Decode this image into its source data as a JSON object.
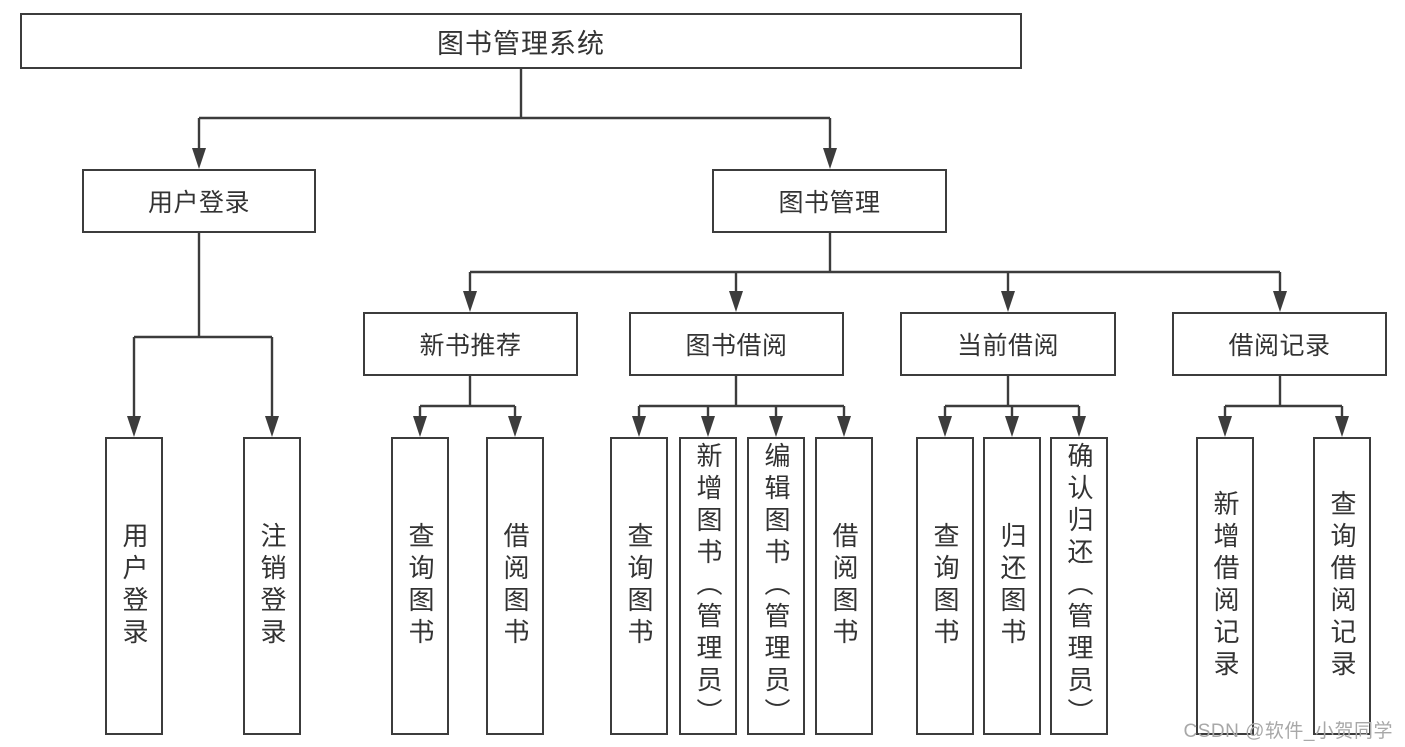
{
  "diagram_type": "tree",
  "colors": {
    "background": "#ffffff",
    "line": "#3c3c3c",
    "box_border": "#3c3c3c",
    "box_fill": "#ffffff",
    "text": "#333333",
    "watermark": "#a8a8a8"
  },
  "tree": {
    "root": {
      "label": "图书管理系统",
      "children": [
        {
          "label": "用户登录",
          "children": [
            {
              "label": "用户登录"
            },
            {
              "label": "注销登录"
            }
          ]
        },
        {
          "label": "图书管理",
          "children": [
            {
              "label": "新书推荐",
              "children": [
                {
                  "label": "查询图书"
                },
                {
                  "label": "借阅图书"
                }
              ]
            },
            {
              "label": "图书借阅",
              "children": [
                {
                  "label": "查询图书"
                },
                {
                  "label": "新增图书（管理员）"
                },
                {
                  "label": "编辑图书（管理员）"
                },
                {
                  "label": "借阅图书"
                }
              ]
            },
            {
              "label": "当前借阅",
              "children": [
                {
                  "label": "查询图书"
                },
                {
                  "label": "归还图书"
                },
                {
                  "label": "确认归还（管理员）"
                }
              ]
            },
            {
              "label": "借阅记录",
              "children": [
                {
                  "label": "新增借阅记录"
                },
                {
                  "label": "查询借阅记录"
                }
              ]
            }
          ]
        }
      ]
    }
  },
  "watermark": {
    "label": "CSDN @软件_小贺同学"
  }
}
